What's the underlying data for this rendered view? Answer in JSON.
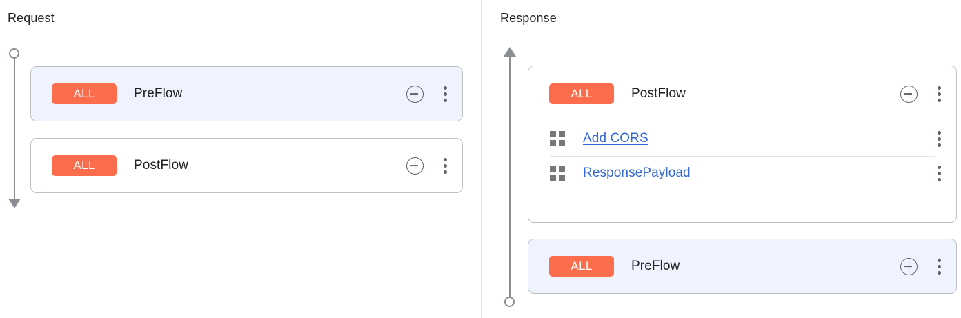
{
  "colors": {
    "badge_all": "#fb6d4c",
    "link": "#3367d6",
    "selected_card_bg": "#eef3fd",
    "card_border": "#bdc1c6",
    "rail": "#8a8d91",
    "icon_gray": "#5f6368"
  },
  "request": {
    "title": "Request",
    "rail": {
      "start_marker": "circle",
      "end_marker": "arrow-down"
    },
    "cards": [
      {
        "badge": "ALL",
        "name": "PreFlow",
        "selected": true,
        "add_icon": "plus-circle-icon",
        "menu_icon": "kebab-menu-icon",
        "policies": []
      },
      {
        "badge": "ALL",
        "name": "PostFlow",
        "selected": false,
        "add_icon": "plus-circle-icon",
        "menu_icon": "kebab-menu-icon",
        "policies": []
      }
    ]
  },
  "response": {
    "title": "Response",
    "rail": {
      "start_marker": "arrow-up",
      "end_marker": "circle"
    },
    "cards": [
      {
        "badge": "ALL",
        "name": "PostFlow",
        "selected": false,
        "add_icon": "plus-circle-icon",
        "menu_icon": "kebab-menu-icon",
        "policies": [
          {
            "drag_icon": "grid-drag-icon",
            "label": "Add CORS",
            "menu_icon": "kebab-menu-icon"
          },
          {
            "drag_icon": "grid-drag-icon",
            "label": "ResponsePayload",
            "menu_icon": "kebab-menu-icon"
          }
        ]
      },
      {
        "badge": "ALL",
        "name": "PreFlow",
        "selected": true,
        "add_icon": "plus-circle-icon",
        "menu_icon": "kebab-menu-icon",
        "policies": []
      }
    ]
  }
}
